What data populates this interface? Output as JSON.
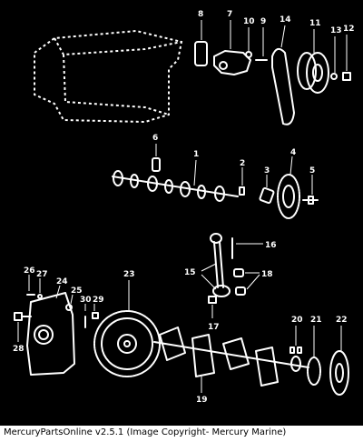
{
  "caption": "MercuryPartsOnline v2.5.1 (Image Copyright- Mercury Marine)",
  "callouts": [
    "1",
    "2",
    "3",
    "4",
    "5",
    "6",
    "7",
    "8",
    "9",
    "10",
    "11",
    "12",
    "13",
    "14",
    "15",
    "16",
    "17",
    "18",
    "19",
    "20",
    "21",
    "22",
    "23",
    "24",
    "25",
    "26",
    "27",
    "28",
    "29",
    "30"
  ],
  "colors": {
    "background": "#000000",
    "linework": "#ffffff",
    "caption_text": "#000000"
  }
}
